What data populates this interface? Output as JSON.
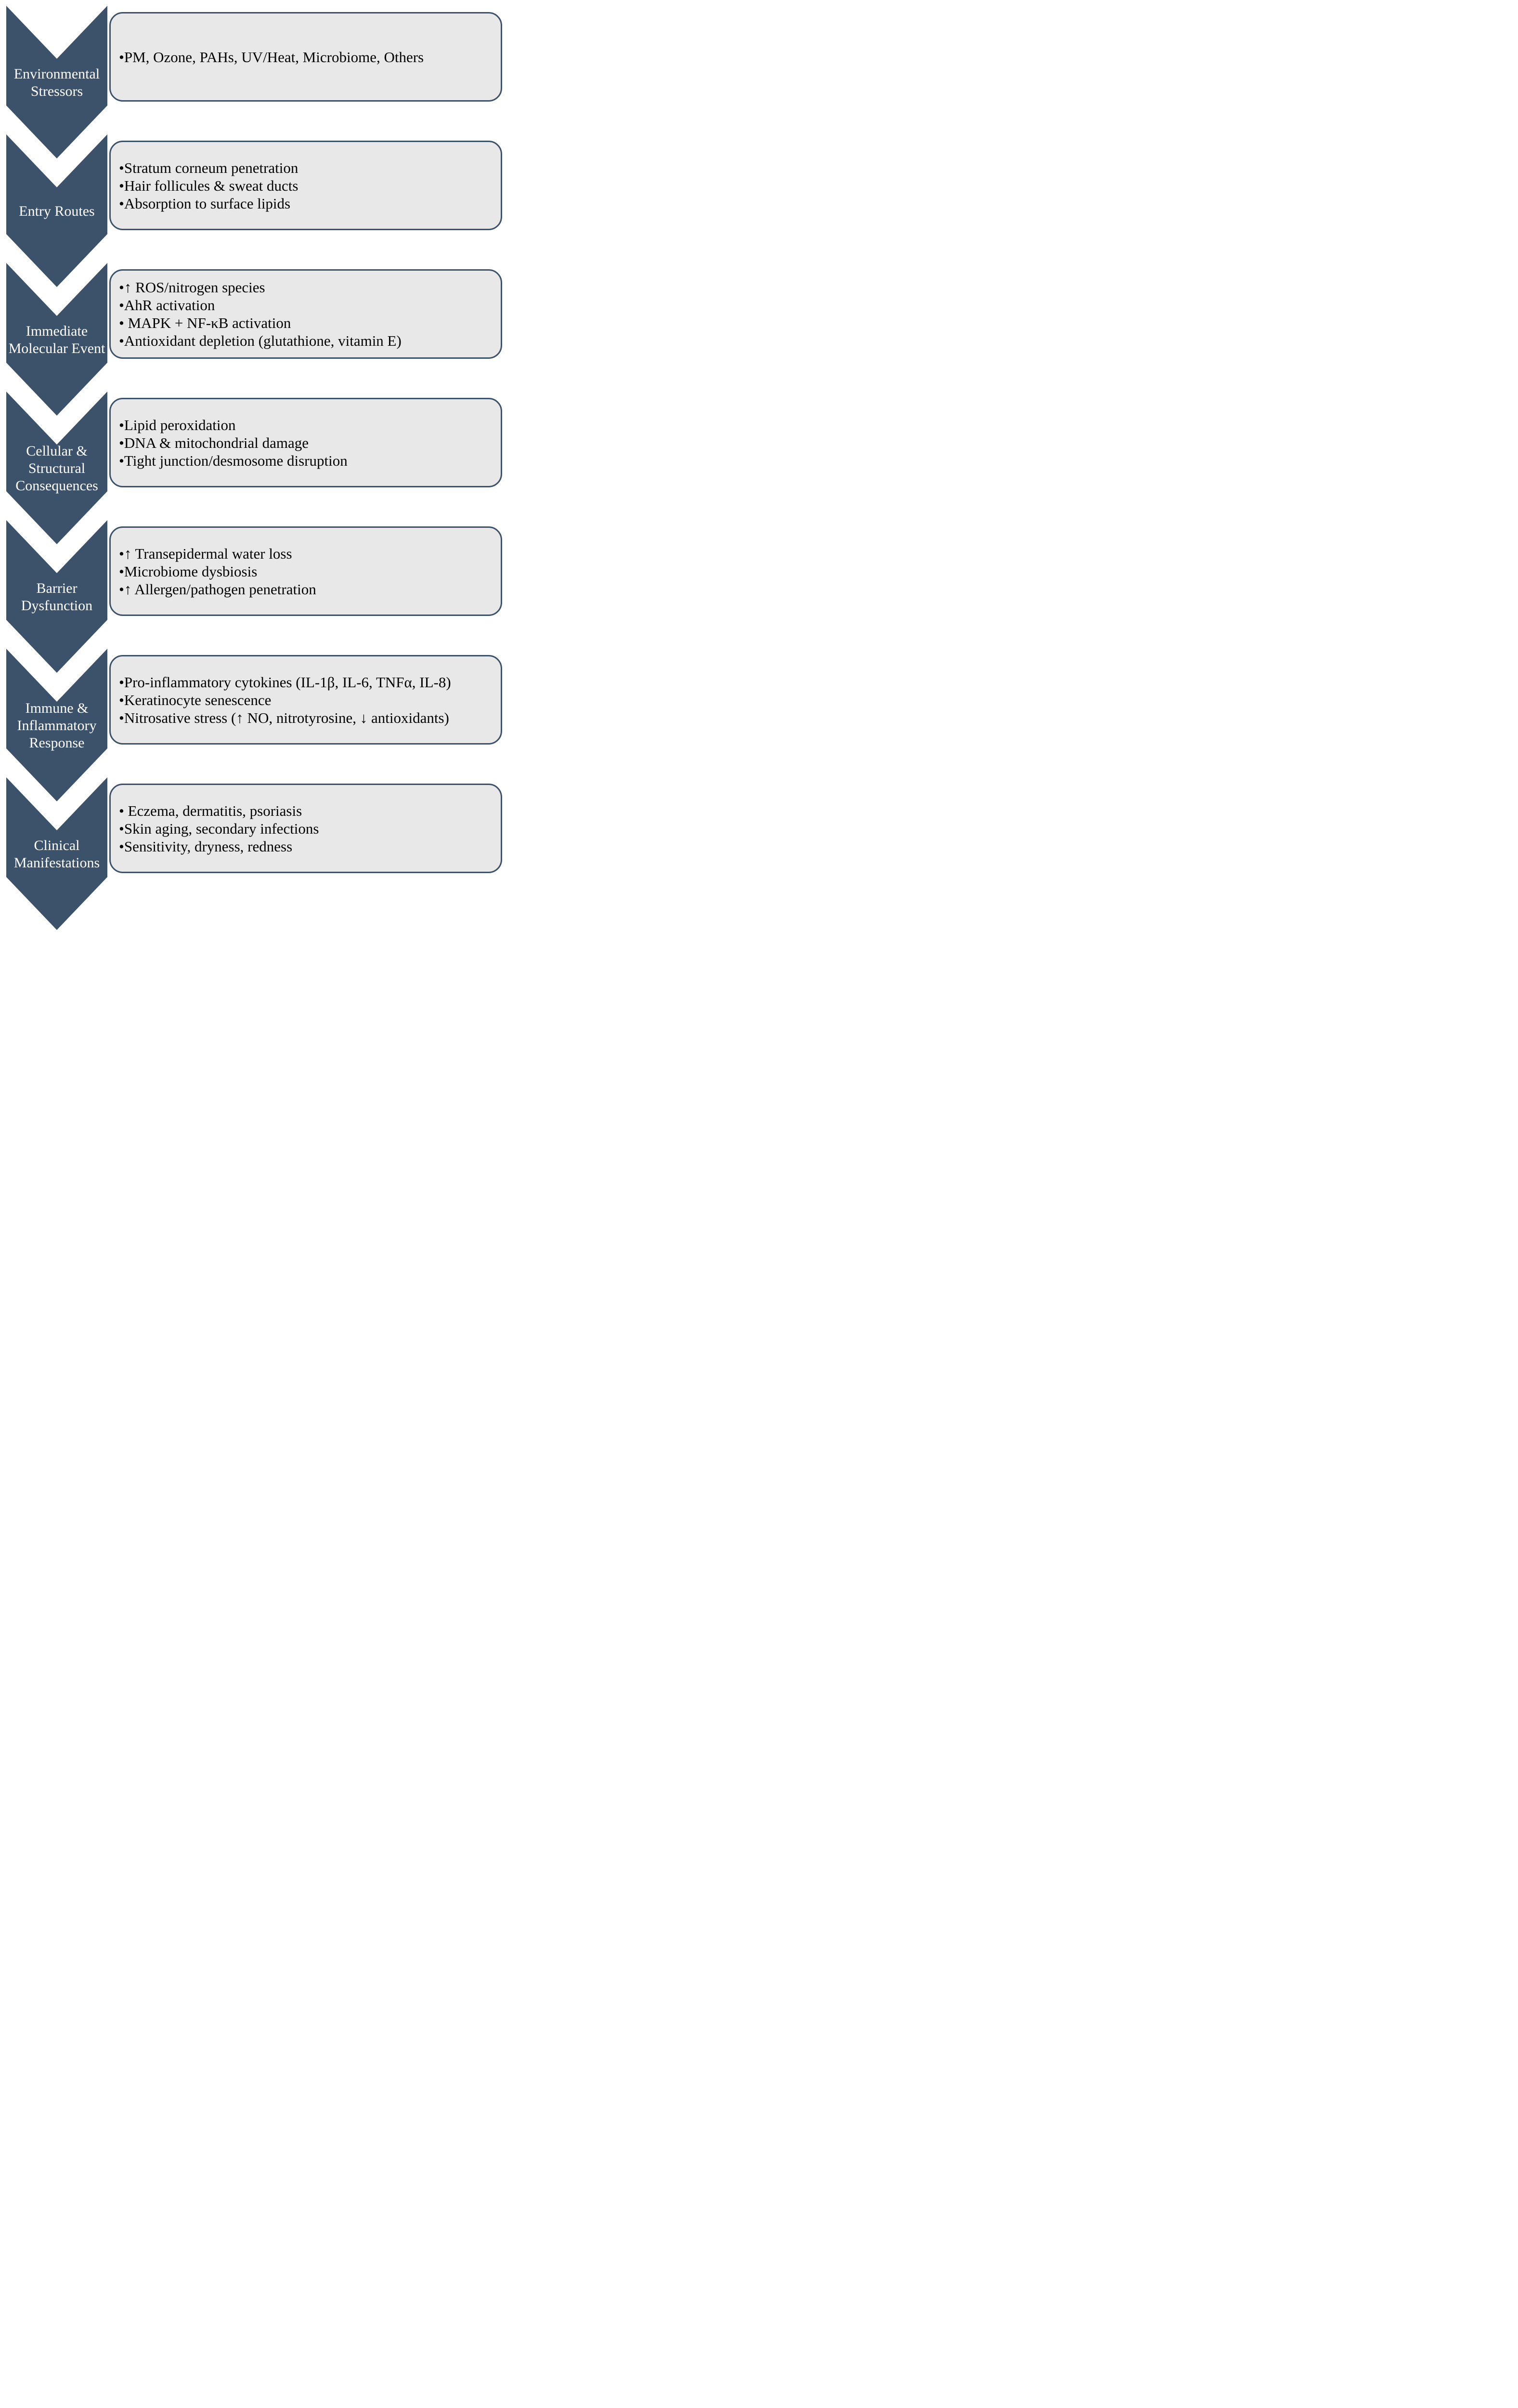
{
  "diagram": {
    "type": "vertical-chevron-process-flow",
    "colors": {
      "chevron_fill": "#3C526A",
      "box_fill": "#E8E8E8",
      "box_border": "#3C526A",
      "label_text": "#FFFFFF",
      "bullet_text": "#000000",
      "background": "#FFFFFF"
    },
    "stages": [
      {
        "label": "Environmental Stressors",
        "bullets": [
          "•PM, Ozone, PAHs, UV/Heat, Microbiome, Others"
        ]
      },
      {
        "label": "Entry Routes",
        "bullets": [
          "•Stratum corneum penetration",
          "•Hair follicules & sweat ducts",
          "•Absorption to surface lipids"
        ]
      },
      {
        "label": "Immediate Molecular Event",
        "bullets": [
          "•↑ ROS/nitrogen species",
          "•AhR activation",
          "• MAPK + NF-κB activation",
          "•Antioxidant depletion (glutathione, vitamin E)"
        ]
      },
      {
        "label": "Cellular & Structural Consequences",
        "bullets": [
          "•Lipid peroxidation",
          "•DNA & mitochondrial damage",
          "•Tight junction/desmosome disruption"
        ]
      },
      {
        "label": "Barrier Dysfunction",
        "bullets": [
          "•↑ Transepidermal water loss",
          "•Microbiome dysbiosis",
          "•↑ Allergen/pathogen penetration"
        ]
      },
      {
        "label": "Immune & Inflammatory Response",
        "bullets": [
          "•Pro-inflammatory cytokines (IL-1β, IL-6, TNFα, IL-8)",
          "•Keratinocyte senescence",
          "•Nitrosative stress (↑ NO, nitrotyrosine, ↓ antioxidants)"
        ]
      },
      {
        "label": "Clinical Manifestations",
        "bullets": [
          "• Eczema, dermatitis, psoriasis",
          "•Skin aging, secondary infections",
          "•Sensitivity, dryness, redness"
        ]
      }
    ]
  }
}
